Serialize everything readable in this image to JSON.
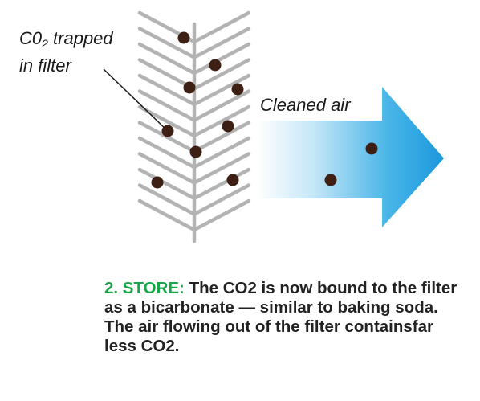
{
  "labels": {
    "co2_main": "C0",
    "co2_sub": "2",
    "co2_after": " trapped",
    "co2_line2": "in filter",
    "cleaned_air": "Cleaned air"
  },
  "caption": {
    "step": "2. STORE:",
    "text": " The CO2 is now bound to the filter as a bicarbonate — similar to baking soda. The air flowing out of the filter containsfar less CO2."
  },
  "colors": {
    "filter": "#b3b3b3",
    "particle": "#3d1f14",
    "arrow": "#1b9fe0",
    "step_accent": "#1aa54a",
    "text": "#222222"
  },
  "icons": {
    "filter": "fishbone-filter-icon",
    "arrow": "gradient-arrow-icon",
    "particle": "co2-particle-icon"
  }
}
